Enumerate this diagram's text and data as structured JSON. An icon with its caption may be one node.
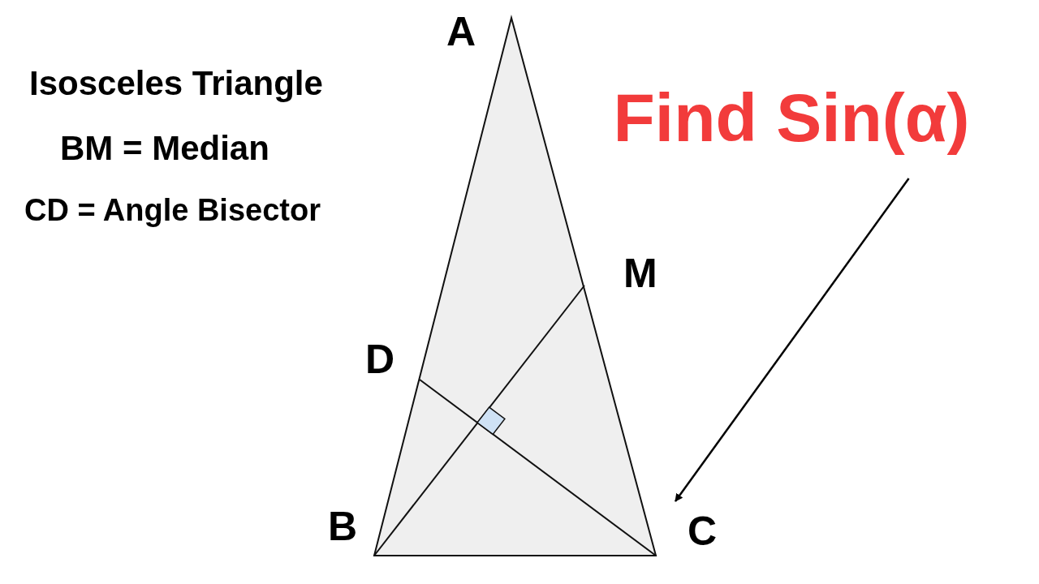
{
  "diagram": {
    "nodes": [
      {
        "text": [
          "Find Sin(α)"
        ]
      },
      {
        "text": [
          "C"
        ]
      }
    ],
    "edges": [
      {
        "from": 0,
        "to": 1,
        "arrow": "to"
      }
    ],
    "labels": [
      "A",
      "Isosceles Triangle",
      "BM = Median",
      "CD = Angle Bisector",
      "M",
      "D",
      "B"
    ]
  }
}
